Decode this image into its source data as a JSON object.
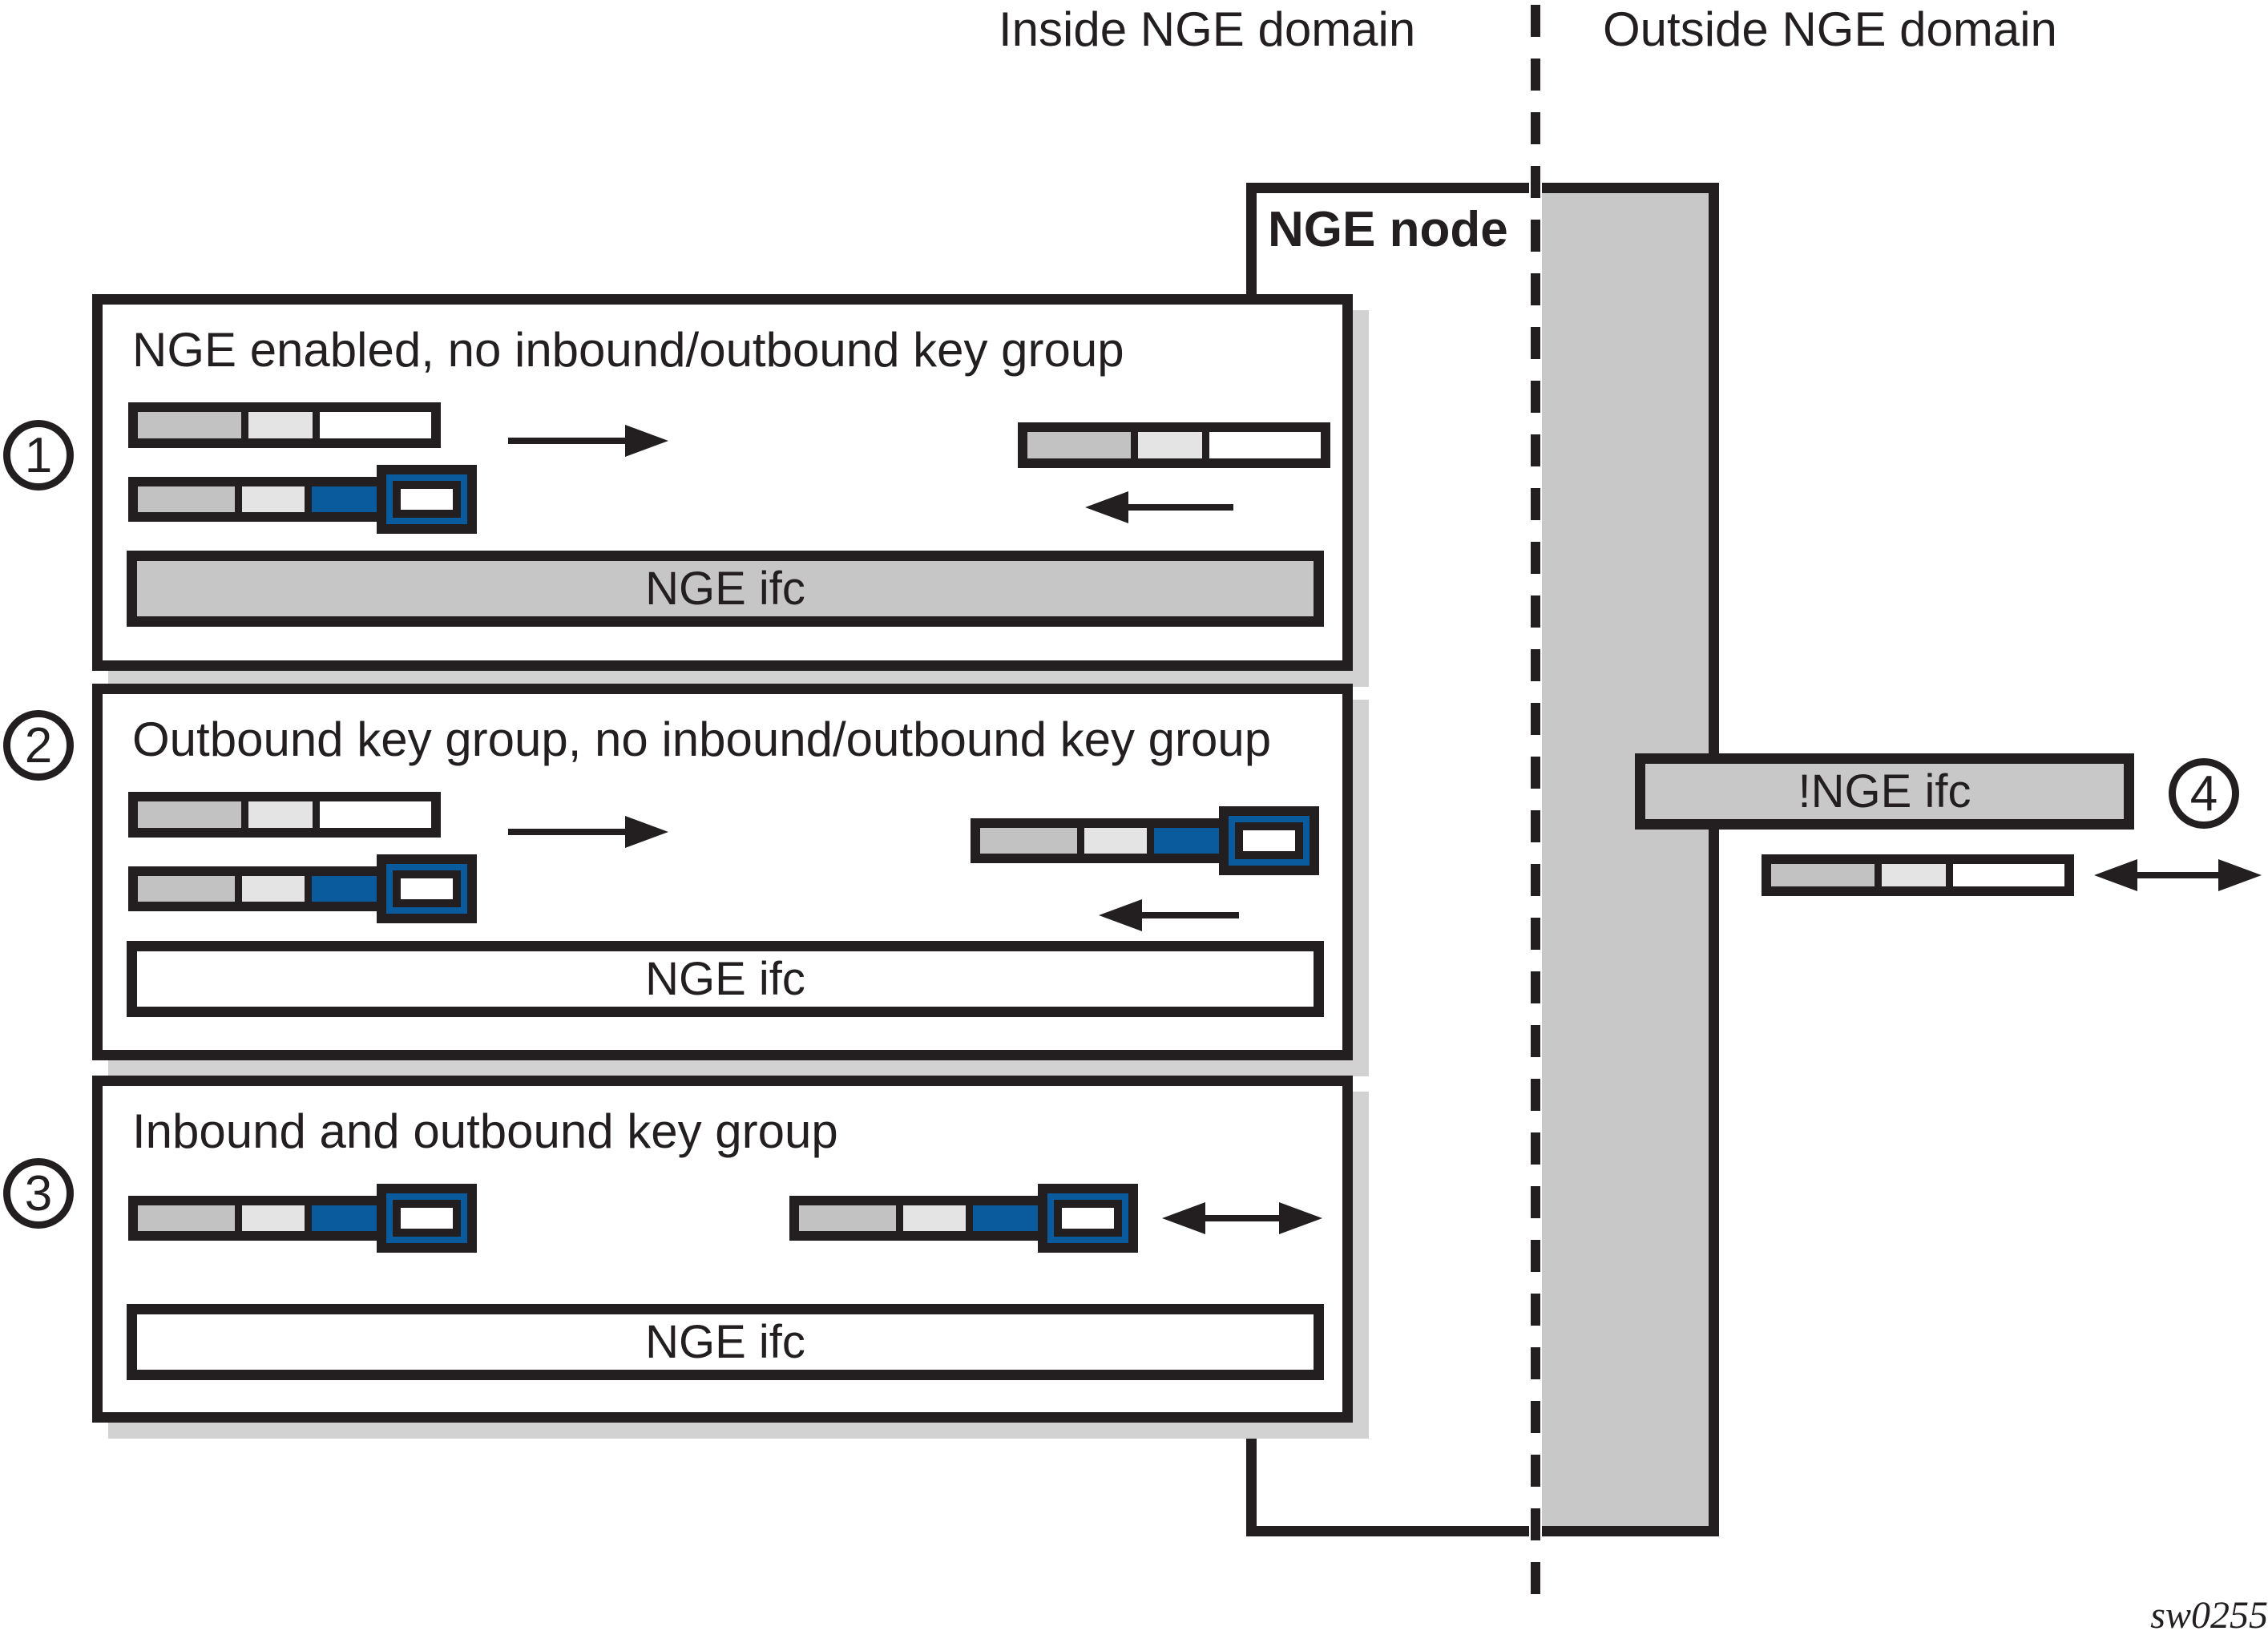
{
  "colors": {
    "ink": "#231f20",
    "panel_shadow": "#d2d2d2",
    "gray_band": "#c8c8c8",
    "bar_gray": "#c6c6c6",
    "cell_dark": "#c2c2c2",
    "cell_light": "#e4e4e4",
    "blue": "#0a5a9e"
  },
  "header": {
    "inside_label": "Inside NGE domain",
    "outside_label": "Outside NGE domain"
  },
  "nge_node": {
    "label": "NGE node"
  },
  "panels": [
    {
      "number": "1",
      "title": "NGE enabled, no inbound/outbound key group",
      "ifc_label": "NGE ifc"
    },
    {
      "number": "2",
      "title": "Outbound key group, no inbound/outbound key group",
      "ifc_label": "NGE ifc"
    },
    {
      "number": "3",
      "title": "Inbound and outbound key group",
      "ifc_label": "NGE ifc"
    }
  ],
  "outside": {
    "number": "4",
    "ifc_label": "!NGE ifc"
  },
  "watermark": "sw0255"
}
